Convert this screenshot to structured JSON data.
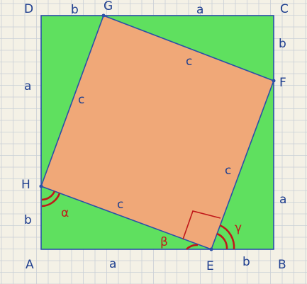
{
  "points": {
    "A": "A",
    "B": "B",
    "C": "C",
    "D": "D",
    "E": "E",
    "F": "F",
    "G": "G",
    "H": "H"
  },
  "sides": {
    "top_left": "b",
    "top_right": "a",
    "right_top": "b",
    "right_bottom": "a",
    "bottom_left": "a",
    "bottom_right": "b",
    "left_top": "a",
    "left_bottom": "b",
    "square_side_top": "c",
    "square_side_left": "c",
    "square_side_right": "c",
    "square_side_bottom": "c"
  },
  "angles": {
    "alpha": "α",
    "beta": "β",
    "gamma": "γ"
  },
  "colors": {
    "grid": "#c9cfd6",
    "paper": "#f4f1e6",
    "outer_square": "#5fe05f",
    "inner_square": "#f0a878",
    "outline": "#2a4fa8",
    "angle_mark": "#c0181a",
    "label": "#1f3f8f"
  }
}
